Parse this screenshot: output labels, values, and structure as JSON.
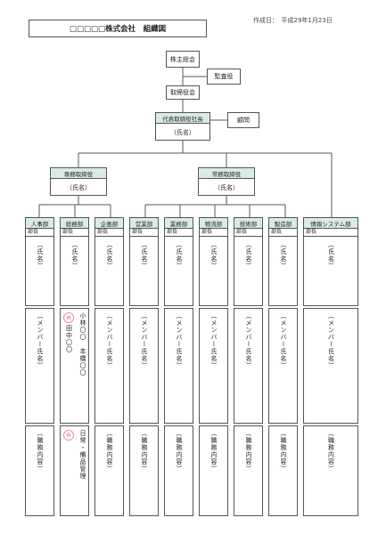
{
  "header": {
    "company_title": "□□□□□株式会社　組織図",
    "date_label": "作成日：　平成29年1月23日"
  },
  "top": {
    "shareholders": "株主総会",
    "auditor": "監査役",
    "board": "取締役会",
    "ceo_title": "代表取締役社長",
    "ceo_name": "（氏名）",
    "advisor": "顧問"
  },
  "directors": [
    {
      "title": "専務取締役",
      "name": "（氏名）"
    },
    {
      "title": "常務取締役",
      "name": "（氏名）"
    }
  ],
  "departments": [
    {
      "name": "人事部",
      "role": "部長",
      "head": "（氏名）",
      "members": "（メンバー氏名）",
      "duties": "（職務内容）"
    },
    {
      "name": "総務部",
      "role": "部長",
      "head": "（氏名）",
      "members": "",
      "duties": ""
    },
    {
      "name": "企画部",
      "role": "部長",
      "head": "（氏名）",
      "members": "（メンバー氏名）",
      "duties": "（職務内容）"
    },
    {
      "name": "営業部",
      "role": "部長",
      "head": "（氏名）",
      "members": "（メンバー氏名）",
      "duties": "（職務内容）"
    },
    {
      "name": "業務部",
      "role": "部長",
      "head": "（氏名）",
      "members": "（メンバー氏名）",
      "duties": "（職務内容）"
    },
    {
      "name": "物流部",
      "role": "部長",
      "head": "（氏名）",
      "members": "（メンバー氏名）",
      "duties": "（職務内容）"
    },
    {
      "name": "技術部",
      "role": "部長",
      "head": "（氏名）",
      "members": "（メンバー氏名）",
      "duties": "（職務内容）"
    },
    {
      "name": "製造部",
      "role": "部長",
      "head": "（氏名）",
      "members": "（メンバー氏名）",
      "duties": "（職務内容）"
    },
    {
      "name": "情報システム部",
      "role": "部長",
      "head": "（氏名）",
      "members": "（メンバー氏名）",
      "duties": "（職務内容）"
    }
  ],
  "soumu_example": {
    "stamp": "例",
    "member_left": "田中〇〇",
    "member_right": "小林〇〇",
    "member_right2": "本橋〇〇",
    "duties": "日常・備品管理"
  }
}
